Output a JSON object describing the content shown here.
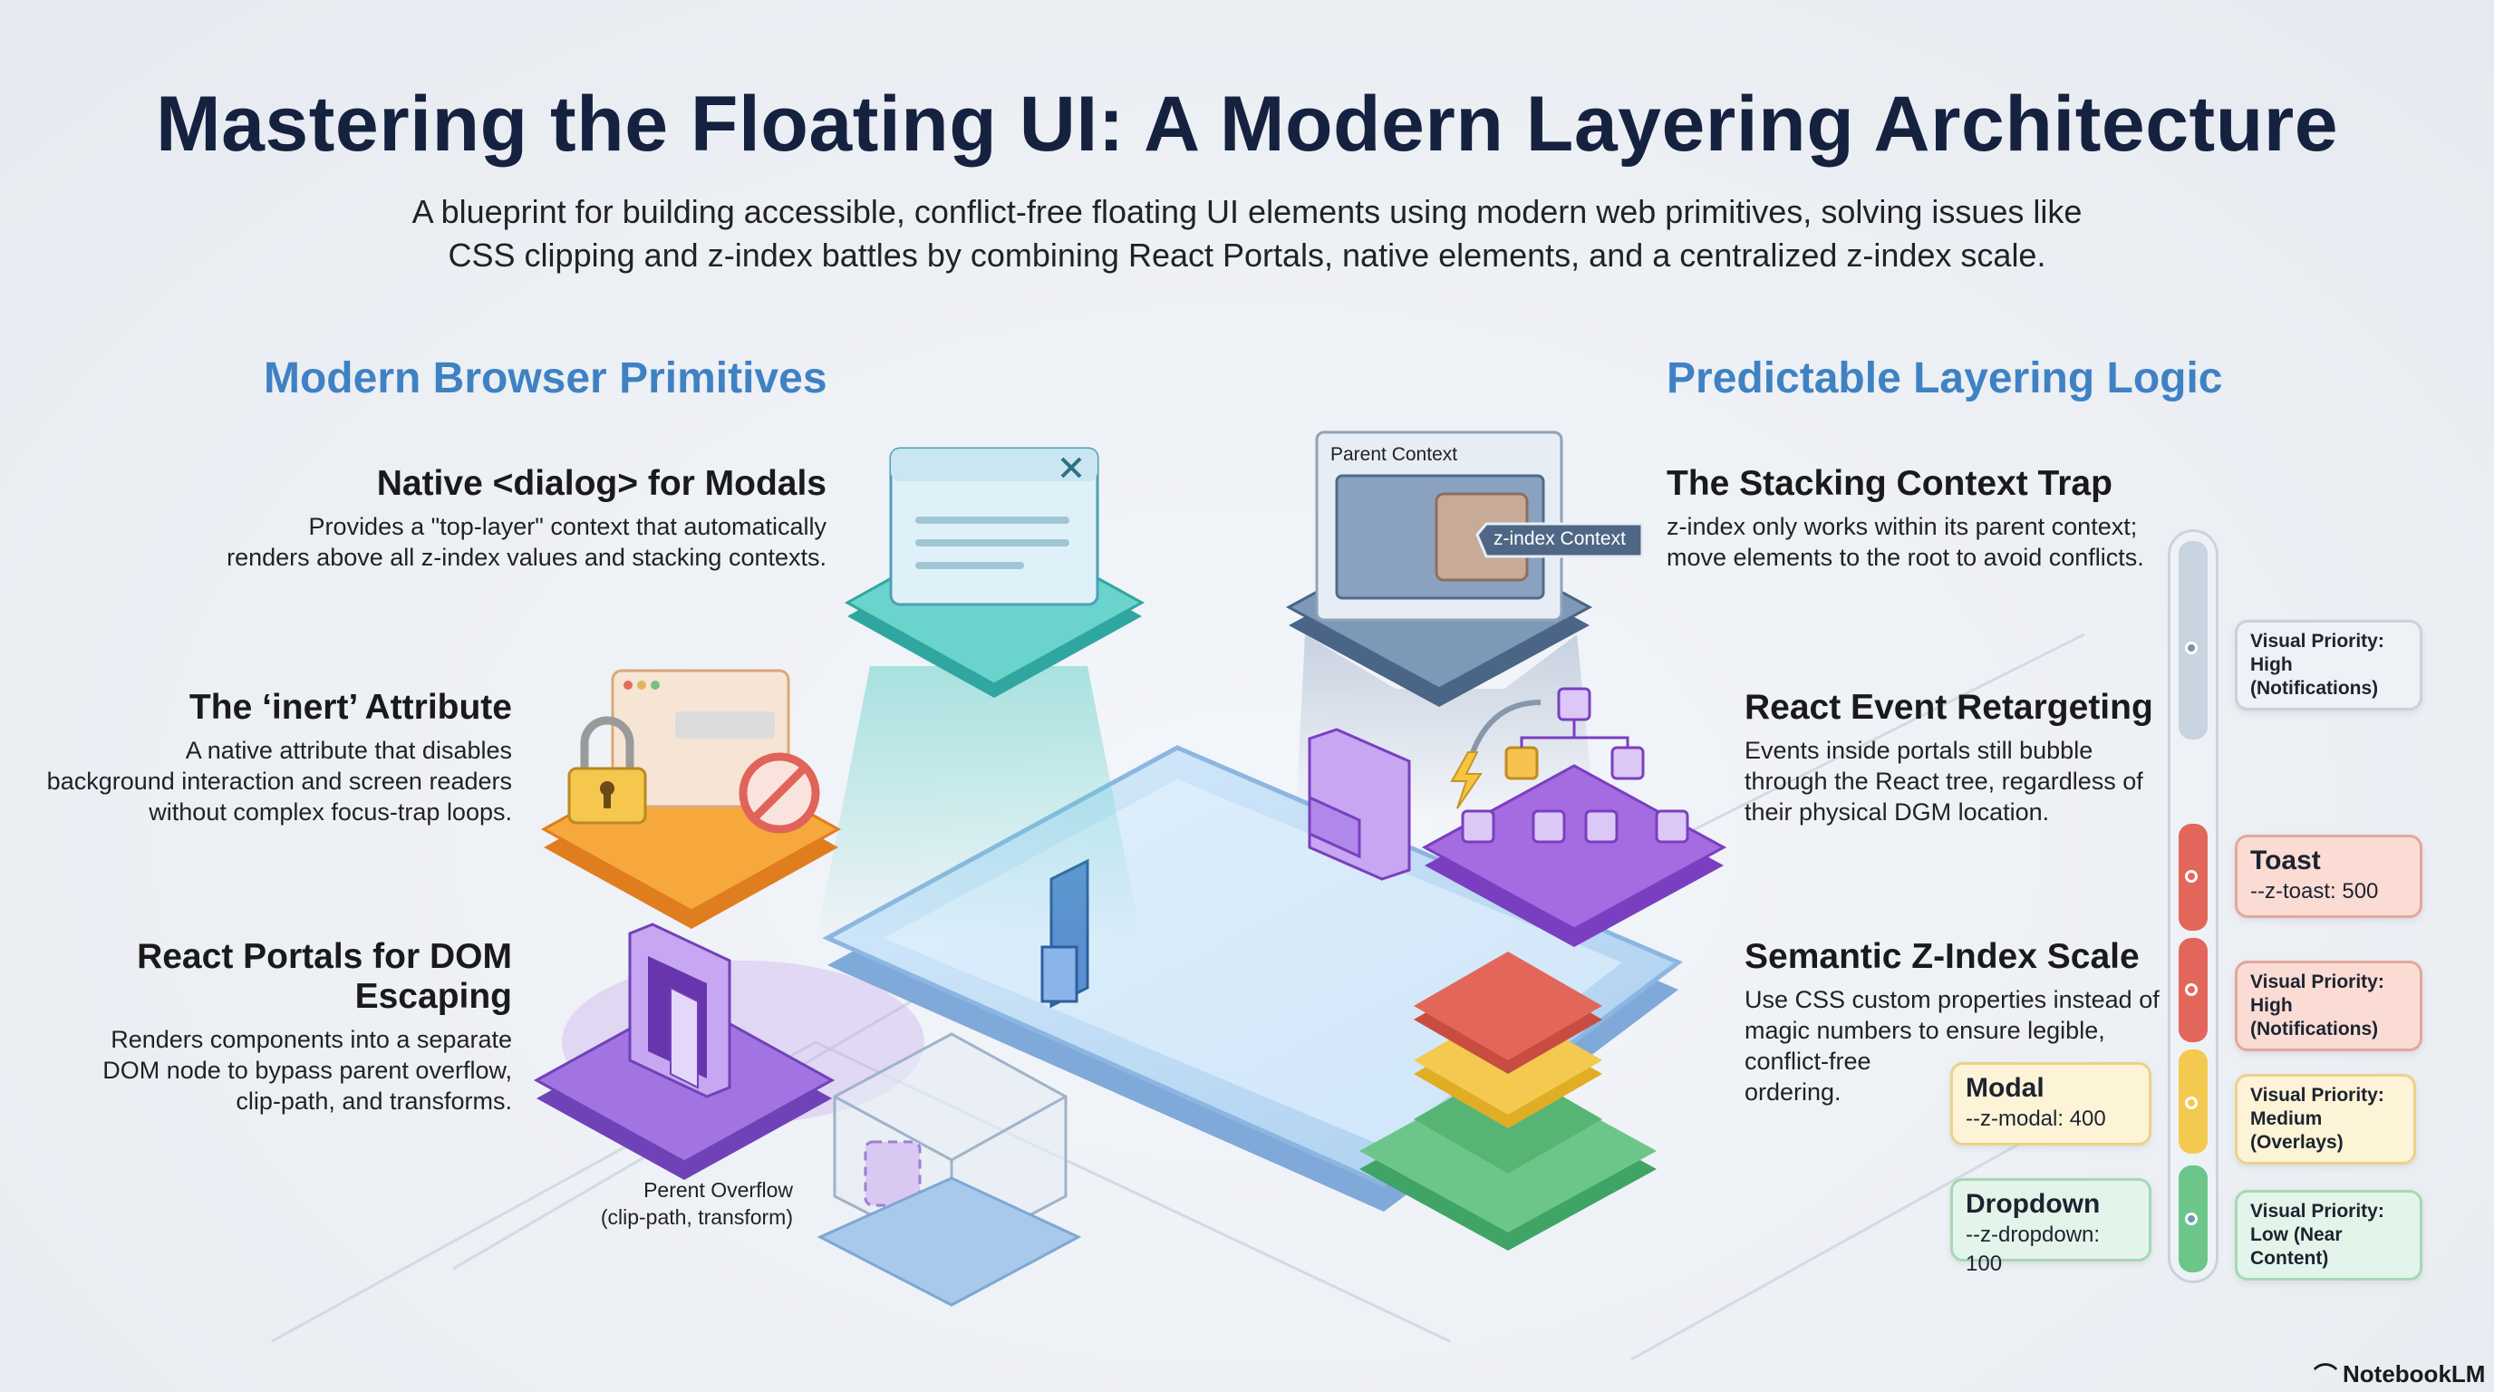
{
  "header": {
    "title": "Mastering the Floating UI: A Modern Layering Architecture",
    "subtitle_line1": "A blueprint for building accessible, conflict-free floating UI elements using modern web primitives, solving issues like",
    "subtitle_line2": "CSS clipping and z-index battles by combining React Portals, native elements, and a centralized z-index scale."
  },
  "left": {
    "heading": "Modern Browser Primitives",
    "items": [
      {
        "title": "Native <dialog> for Modals",
        "lines": [
          "Provides a \"top-layer\" context that automatically",
          "renders above all z-index values and stacking contexts."
        ]
      },
      {
        "title": "The ‘inert’ Attribute",
        "lines": [
          "A native attribute that disables",
          "background interaction and screen readers",
          "without complex focus-trap loops."
        ]
      },
      {
        "title_line1": "React Portals for DOM",
        "title_line2": "Escaping",
        "lines": [
          "Renders components into a separate",
          "DOM node to bypass parent overflow,",
          "clip-path, and transforms."
        ]
      }
    ]
  },
  "right": {
    "heading": "Predictable Layering Logic",
    "items": [
      {
        "title": "The Stacking Context Trap",
        "lines": [
          "z-index only works within its parent context;",
          "move elements to the root to avoid conflicts."
        ]
      },
      {
        "title": "React Event Retargeting",
        "lines": [
          "Events inside portals still bubble",
          "through the React tree, regardless of",
          "their physical DGM location."
        ]
      },
      {
        "title": "Semantic Z-Index Scale",
        "lines": [
          "Use CSS custom properties instead of",
          "magic numbers to ensure legible,",
          "conflict-free",
          "ordering."
        ]
      }
    ]
  },
  "illustration": {
    "parent_context_label": "Parent Context",
    "z_index_context_label": "z-index Context",
    "parent_overflow_line1": "Perent Overflow",
    "parent_overflow_line2": "(clip-path, transform)"
  },
  "scale": {
    "colors": {
      "gray": "#c8d4e0",
      "red": "#e2675a",
      "yellow": "#f3c94f",
      "green": "#6cc68a"
    },
    "left_callouts": [
      {
        "name": "Modal",
        "value": "--z-modal: 400"
      },
      {
        "name": "Dropdown",
        "value": "--z-dropdown: 100"
      }
    ],
    "right_callouts": [
      {
        "line1": "Visual Priority:",
        "line2": "High (Notifications)"
      },
      {
        "name": "Toast",
        "value": "--z-toast: 500"
      },
      {
        "line1": "Visual Priority:",
        "line2": "High (Notifications)"
      },
      {
        "line1": "Visual Priority:",
        "line2": "Medium (Overlays)"
      },
      {
        "line1": "Visual Priority:",
        "line2": "Low (Near Content)"
      }
    ]
  },
  "branding": {
    "logo_text": "NotebookLM"
  }
}
